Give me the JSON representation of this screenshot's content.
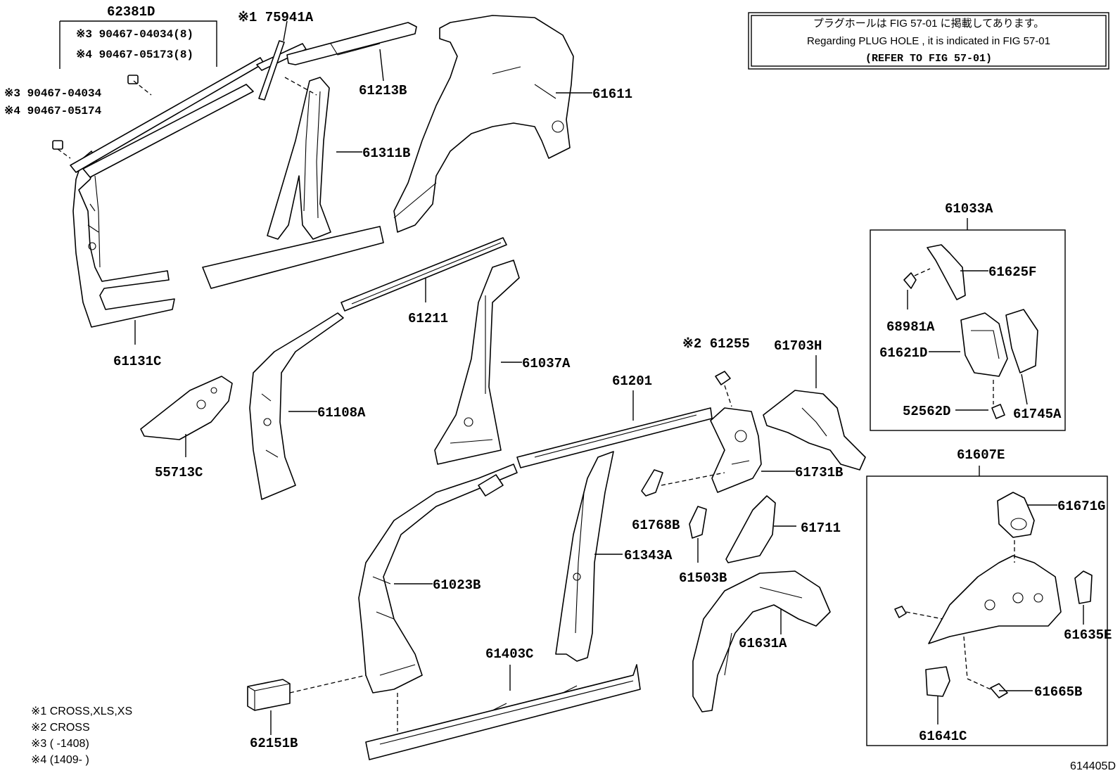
{
  "notice": {
    "line1": "プラグホールは FIG  57-01 に掲載してあります。",
    "line2": "Regarding  PLUG  HOLE , it is indicated in  FIG  57-01",
    "line3": "(REFER TO FIG 57-01)"
  },
  "labels": {
    "p62381D": "62381D",
    "p75941A": "※1 75941A",
    "p61213B": "61213B",
    "p61611": "61611",
    "clip3a": "※3 90467-04034(8)",
    "clip4a": "※4 90467-05173(8)",
    "clip3b": "※3 90467-04034",
    "clip4b": "※4 90467-05174",
    "p61311B": "61311B",
    "p61131C": "61131C",
    "p61211": "61211",
    "p61037A": "61037A",
    "p61108A": "61108A",
    "p55713C": "55713C",
    "p61255": "※2 61255",
    "p61703H": "61703H",
    "p61201": "61201",
    "p61731B": "61731B",
    "p61768B": "61768B",
    "p61711": "61711",
    "p61503B": "61503B",
    "p61343A": "61343A",
    "p61023B": "61023B",
    "p61631A": "61631A",
    "p61403C": "61403C",
    "p62151B": "62151B",
    "p61033A": "61033A",
    "p61625F": "61625F",
    "p68981A": "68981A",
    "p61621D": "61621D",
    "p52562D": "52562D",
    "p61745A": "61745A",
    "p61607E": "61607E",
    "p61671G": "61671G",
    "p61635E": "61635E",
    "p61665B": "61665B",
    "p61641C": "61641C"
  },
  "footnotes": [
    "※1 CROSS,XLS,XS",
    "※2 CROSS",
    "※3 (       -1408)",
    "※4 (1409-       )"
  ],
  "figure_id": "614405D"
}
